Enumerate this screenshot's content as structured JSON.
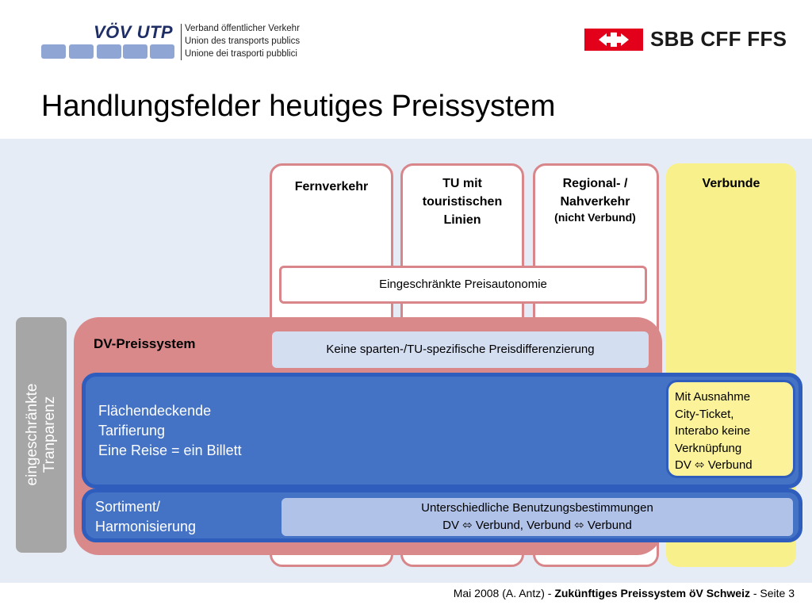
{
  "header": {
    "org_short": "VÖV UTP",
    "org_lines": [
      "Verband öffentlicher Verkehr",
      "Union des transports publics",
      "Unione dei trasporti pubblici"
    ],
    "sbb_label": "SBB CFF FFS"
  },
  "page_title": "Handlungsfelder heutiges Preissystem",
  "columns": {
    "fernverkehr": "Fernverkehr",
    "tu_line1": "TU mit",
    "tu_line2": "touristischen",
    "tu_line3": "Linien",
    "regional_line1": "Regional- /",
    "regional_line2": "Nahverkehr",
    "regional_sub": "(nicht Verbund)",
    "verbunde": "Verbunde"
  },
  "boxes": {
    "preisautonomie": "Eingeschränkte Preisautonomie",
    "dv_title": "DV-Preissystem",
    "keine": "Keine sparten-/TU-spezifische Preisdifferenzierung",
    "flaechen_line1": "Flächendeckende",
    "flaechen_line2": "Tarifierung",
    "flaechen_line3": "Eine Reise = ein Billett",
    "mit_line1": "Mit Ausnahme",
    "mit_line2": "City-Ticket,",
    "mit_line3": "Interabo keine",
    "mit_line4": "Verknüpfung",
    "mit_line5": "DV ⬄ Verbund",
    "sortiment_line1": "Sortiment/",
    "sortiment_line2": "Harmonisierung",
    "unters_line1": "Unterschiedliche Benutzungsbestimmungen",
    "unters_line2": "DV ⬄ Verbund, Verbund ⬄ Verbund",
    "side_line1": "eingeschränkte",
    "side_line2": "Tranparenz"
  },
  "footer": {
    "prefix": "Mai 2008 (A. Antz) - ",
    "title": "Zukünftiges Preissystem öV Schweiz",
    "suffix": " - Seite 3"
  },
  "colors": {
    "column_border": "#d8868a",
    "dv_fill": "#d9898a",
    "blue_band": "#4472c4",
    "verbunde_fill": "#f8f08a",
    "sbb_red": "#e2001a"
  }
}
